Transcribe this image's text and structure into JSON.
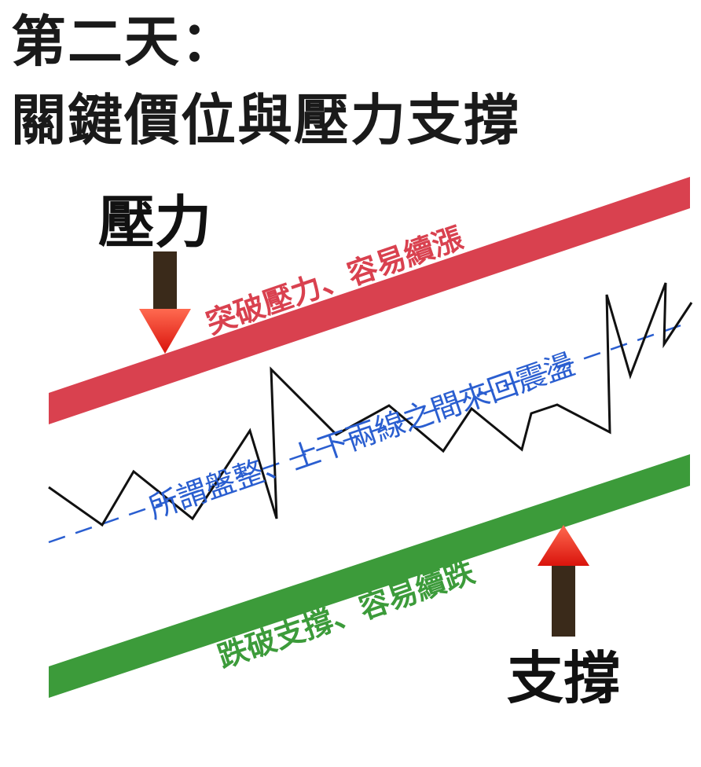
{
  "title": {
    "line1": "第二天：",
    "line2": "關鍵價位與壓力支撐"
  },
  "diagram": {
    "resistance_label": "壓力",
    "support_label": "支撐",
    "resistance_note": "突破壓力、容易續漲",
    "support_note": "跌破支撐、容易續跌",
    "range_note": "所謂盤整、上下兩線之間來回震盪",
    "colors": {
      "resistance": "#d9414f",
      "support": "#3c9b3a",
      "midline": "#2a5ed0",
      "arrow": "#e8261c",
      "shaft": "#3a2a1a"
    }
  }
}
